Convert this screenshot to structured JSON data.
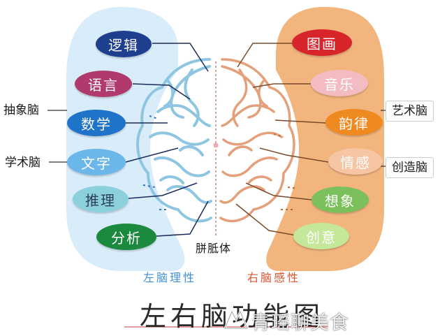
{
  "title": "左右脑功能图",
  "corpus_label": "胼胝体",
  "left_brain": {
    "caption": "左脑理性",
    "functions": [
      "逻辑",
      "语言",
      "数学",
      "文字",
      "推理",
      "分析"
    ],
    "side_labels": [
      "抽象脑",
      "学术脑"
    ]
  },
  "right_brain": {
    "caption": "右脑感性",
    "functions": [
      "图画",
      "音乐",
      "韵律",
      "情感",
      "想象",
      "创意"
    ],
    "side_labels": [
      "艺术脑",
      "创造脑"
    ]
  },
  "watermark": "青瑶聊美食",
  "colors": {
    "left_panel": "#d9ecfa",
    "right_panel": "#f3b57e",
    "left_caption": "#3f8fd6",
    "right_caption": "#d9542e",
    "left_pills": [
      "#1e3f8e",
      "#b03a6e",
      "#1f73c8",
      "#6bb7ea",
      "#8cd0dd",
      "#1b8a3e"
    ],
    "right_pills": [
      "#d8242b",
      "#f3bcc2",
      "#ee8a1f",
      "#f6c5a3",
      "#7cc05c",
      "#c4e79a"
    ],
    "left_brain_line": "#8ec6e2",
    "right_brain_line": "#e3a07a"
  }
}
